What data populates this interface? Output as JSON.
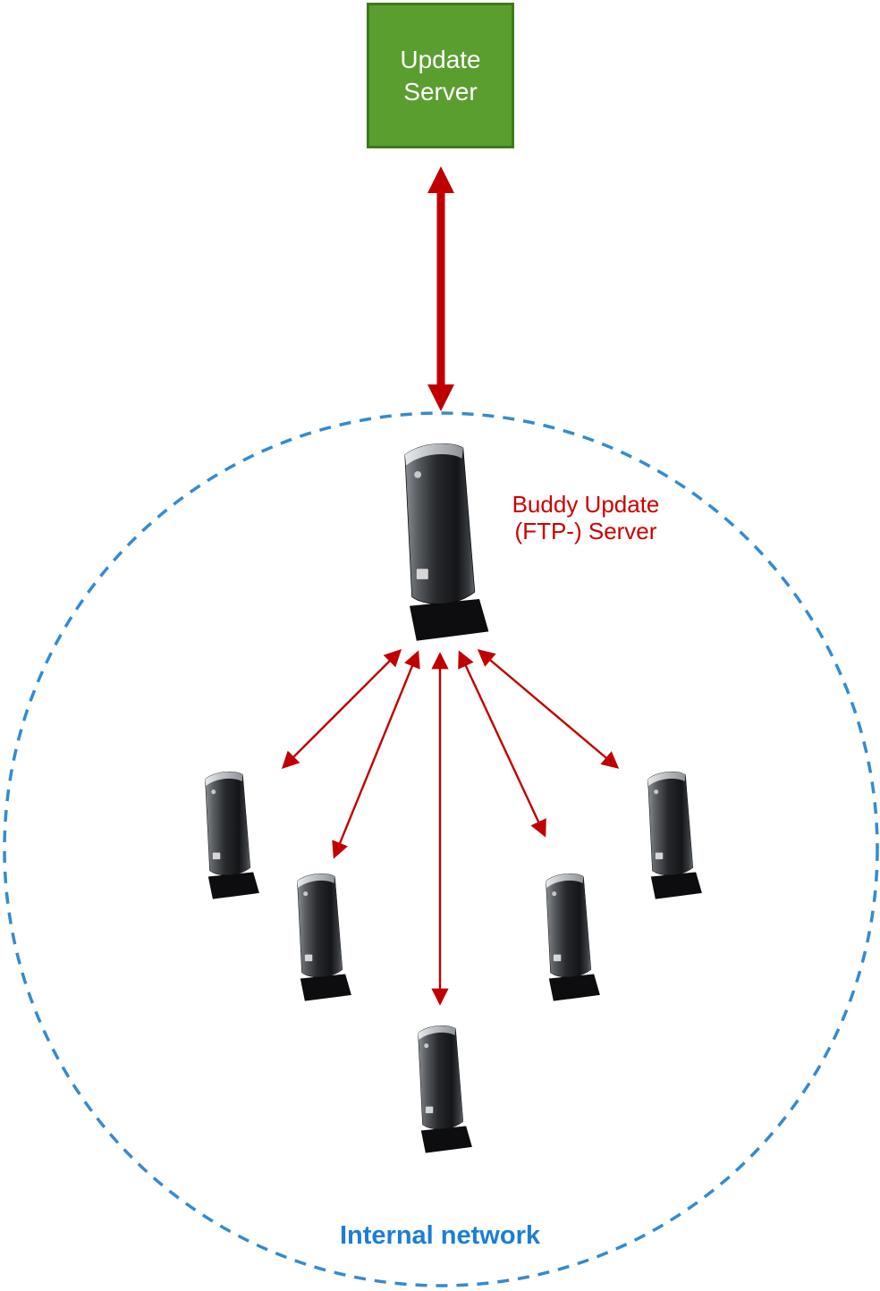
{
  "diagram": {
    "update_server_label": "Update Server",
    "buddy_server_label_line1": "Buddy Update",
    "buddy_server_label_line2": "(FTP-) Server",
    "internal_network_label": "Internal network",
    "client_device_count": 5,
    "colors": {
      "arrow_red": "#c00000",
      "circle_dash_blue": "#358ad2",
      "network_label_blue": "#1c7ed6",
      "buddy_label_red": "#cc0000",
      "update_box_fill_green": "#5a9e30",
      "update_box_border_green": "#3c7a1a"
    }
  }
}
